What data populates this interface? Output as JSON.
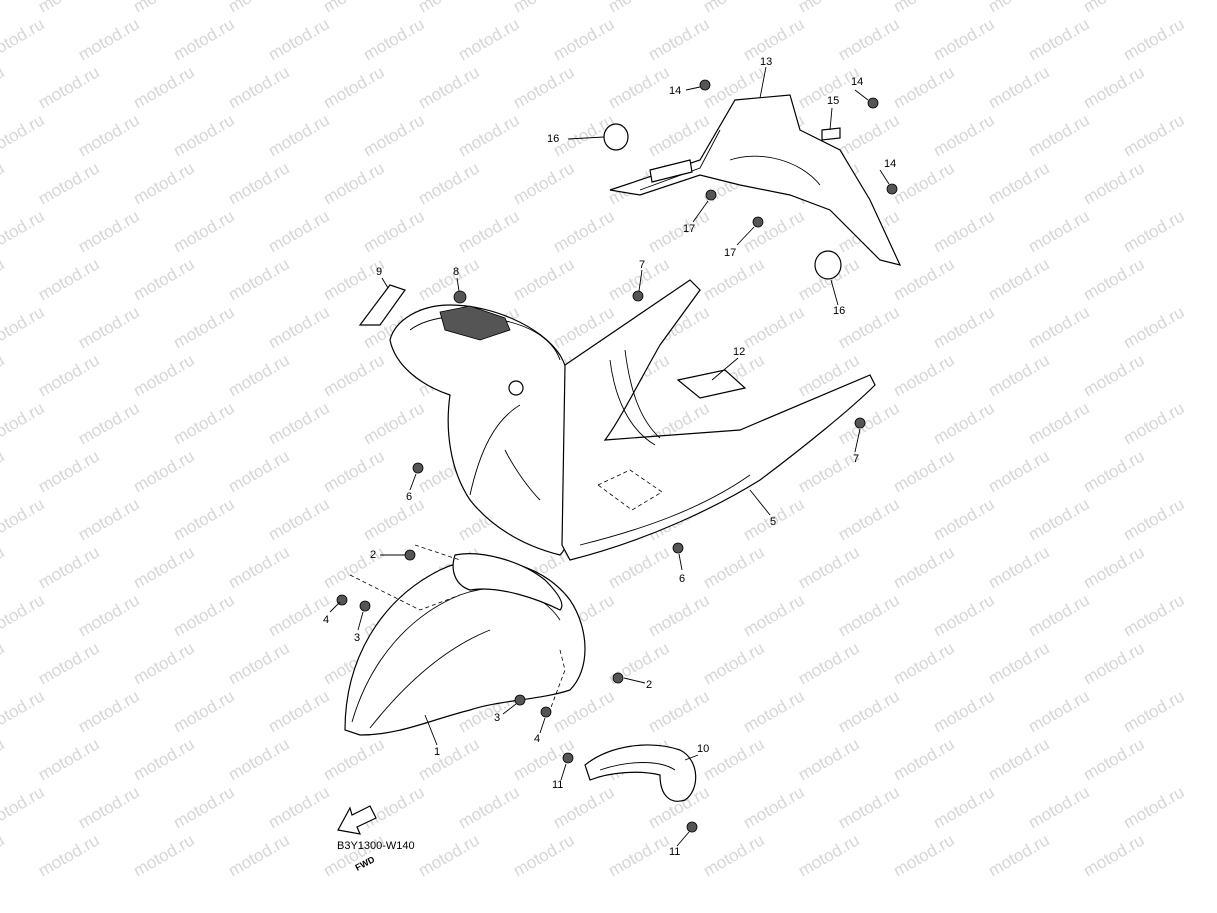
{
  "watermark_text": "motod.ru",
  "diagram_code": "B3Y1300-W140",
  "fwd_label": "FWD",
  "callouts": {
    "p1": "1",
    "p2a": "2",
    "p2b": "2",
    "p3a": "3",
    "p3b": "3",
    "p4a": "4",
    "p4b": "4",
    "p5": "5",
    "p6a": "6",
    "p6b": "6",
    "p7a": "7",
    "p7b": "7",
    "p8": "8",
    "p9": "9",
    "p10": "10",
    "p11a": "11",
    "p11b": "11",
    "p12": "12",
    "p13": "13",
    "p14a": "14",
    "p14b": "14",
    "p14c": "14",
    "p15": "15",
    "p16a": "16",
    "p16b": "16",
    "p17a": "17",
    "p17b": "17"
  }
}
